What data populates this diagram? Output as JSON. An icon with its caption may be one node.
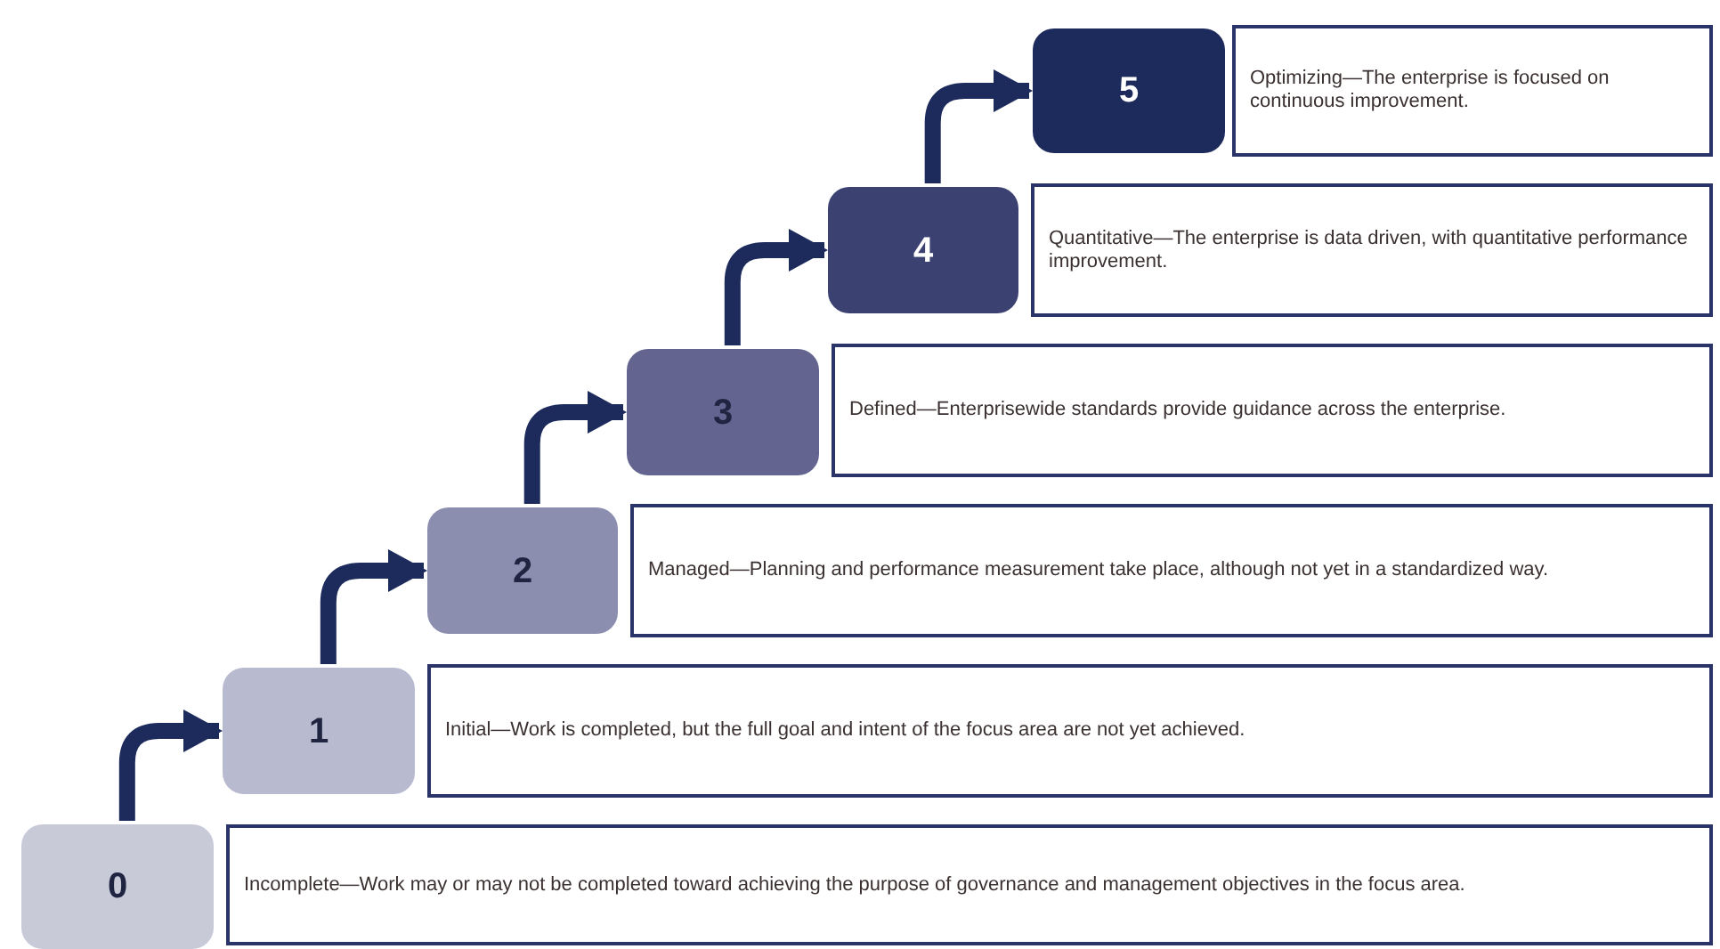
{
  "diagram": {
    "nodes": [
      {
        "text": [
          "0"
        ]
      },
      {
        "text": [
          "Incomplete—Work may or may not be completed toward achieving the purpose of governance and management objectives in the focus area."
        ]
      },
      {
        "text": [
          "1"
        ]
      },
      {
        "text": [
          "Initial—Work is completed, but the full goal and intent of the focus area are not yet achieved."
        ]
      },
      {
        "text": [
          "2"
        ]
      },
      {
        "text": [
          "Managed—Planning and performance measurement take place, although not yet in a standardized way."
        ]
      },
      {
        "text": [
          "3"
        ]
      },
      {
        "text": [
          "Defined—Enterprisewide standards provide guidance across the enterprise."
        ]
      },
      {
        "text": [
          "4"
        ]
      },
      {
        "text": [
          "Quantitative—The enterprise is data driven, with quantitative performance improvement."
        ]
      },
      {
        "text": [
          "5"
        ]
      },
      {
        "text": [
          "Optimizing—The enterprise is focused on continuous improvement."
        ]
      }
    ],
    "edges": [
      {
        "from": 0,
        "to": 2,
        "arrow": "to"
      },
      {
        "from": 2,
        "to": 4,
        "arrow": "to"
      },
      {
        "from": 4,
        "to": 6,
        "arrow": "to"
      },
      {
        "from": 6,
        "to": 8,
        "arrow": "to"
      },
      {
        "from": 8,
        "to": 10,
        "arrow": "to"
      }
    ]
  }
}
